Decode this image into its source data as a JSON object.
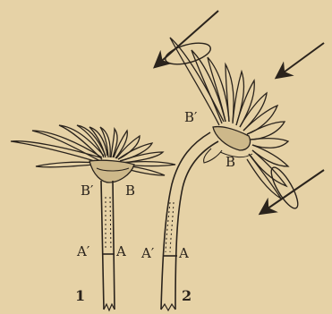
{
  "figure": {
    "flower_1": {
      "number": "1",
      "labels": {
        "a_prime": "A′",
        "a": "A",
        "b_prime": "B′",
        "b": "B"
      }
    },
    "flower_2": {
      "number": "2",
      "labels": {
        "a_prime": "A′",
        "a": "A",
        "b_prime": "B′",
        "b": "B"
      }
    },
    "light_arrows": 3
  },
  "colors": {
    "paper": "#e6d2a6",
    "ink": "#2a231c"
  }
}
